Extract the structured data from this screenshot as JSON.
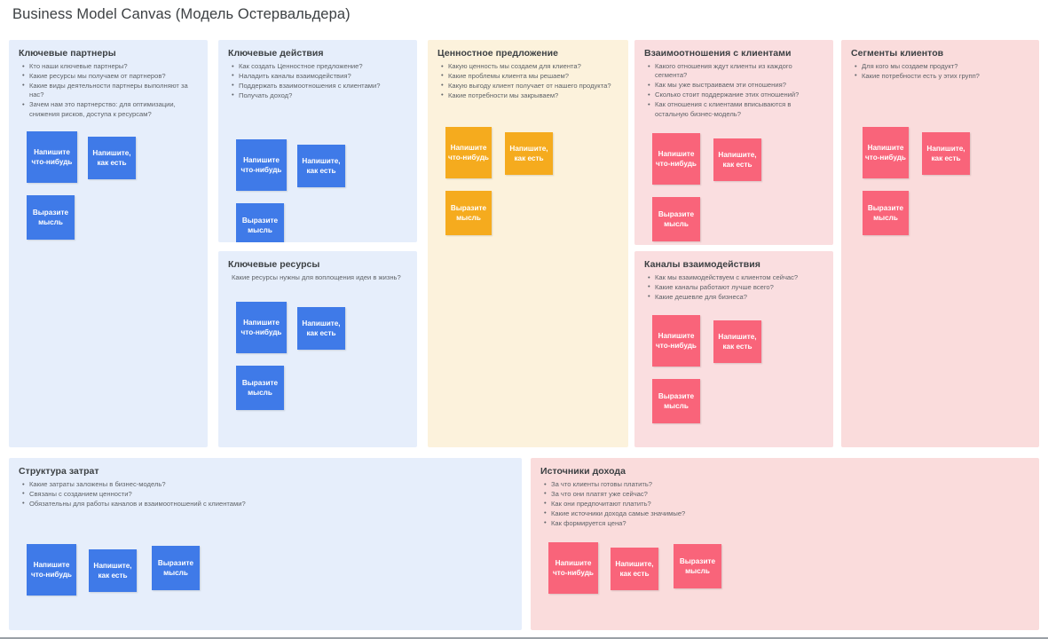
{
  "page": {
    "title": "Business Model Canvas (Модель Остервальдера)",
    "note_labels": {
      "write_something": "Напишите что-нибудь",
      "write_as_is": "Напишите, как есть",
      "express_thought": "Выразите мысль"
    },
    "colors": {
      "blue_note": "#3f7ae8",
      "orange_note": "#f5ab1e",
      "pink_note": "#f9647a",
      "blue_panel": "#e6eefb",
      "cream_panel": "#fcf2dc",
      "pink_panel": "#fadee0",
      "rose_panel": "#fadcdc",
      "title_text": "#3c4043",
      "body_text": "#5f6368"
    }
  },
  "blocks": {
    "key_partners": {
      "title": "Ключевые партнеры",
      "questions": [
        "Кто наши ключевые партнеры?",
        "Какие ресурсы мы получаем от партнеров?",
        "Какие виды деятельности партнеры выполняют за нас?",
        "Зачем нам это партнерство: для оптимизации, снижения рисков, доступа к ресурсам?"
      ]
    },
    "key_activities": {
      "title": "Ключевые действия",
      "questions": [
        "Как создать Ценностное предложение?",
        "Наладить каналы взаимодействия?",
        "Поддержать взаимоотношения с клиентами?",
        "Получать доход?"
      ]
    },
    "key_resources": {
      "title": "Ключевые ресурсы",
      "subtitle": "Какие ресурсы нужны для воплощения идеи в жизнь?"
    },
    "value_proposition": {
      "title": "Ценностное предложение",
      "questions": [
        "Какую ценность мы создаем для клиента?",
        "Какие проблемы клиента мы решаем?",
        "Какую выгоду клиент получает от нашего продукта?",
        "Какие потребности мы закрываем?"
      ]
    },
    "customer_relationships": {
      "title": "Взаимоотношения с клиентами",
      "questions": [
        "Какого отношения ждут клиенты из каждого сегмента?",
        "Как мы уже выстраиваем эти отношения?",
        "Сколько стоит поддержание этих отношений?",
        "Как отношения с клиентами вписываются в остальную бизнес-модель?"
      ]
    },
    "channels": {
      "title": "Каналы взаимодействия",
      "questions": [
        "Как мы взаимодействуем с клиентом сейчас?",
        "Какие каналы работают лучше всего?",
        "Какие дешевле для бизнеса?"
      ]
    },
    "customer_segments": {
      "title": "Сегменты клиентов",
      "questions": [
        "Для кого мы создаем продукт?",
        "Какие потребности есть у этих групп?"
      ]
    },
    "cost_structure": {
      "title": "Структура затрат",
      "questions": [
        "Какие затраты заложены в бизнес-модель?",
        "Связаны с созданием ценности?",
        "Обязательны для работы каналов и взаимоотношений с клиентами?"
      ]
    },
    "revenue_streams": {
      "title": "Источники дохода",
      "questions": [
        "За что клиенты готовы платить?",
        "За что они платят уже сейчас?",
        "Как они предпочитают платить?",
        "Какие источники дохода самые значимые?",
        "Как формируется цена?"
      ]
    }
  }
}
